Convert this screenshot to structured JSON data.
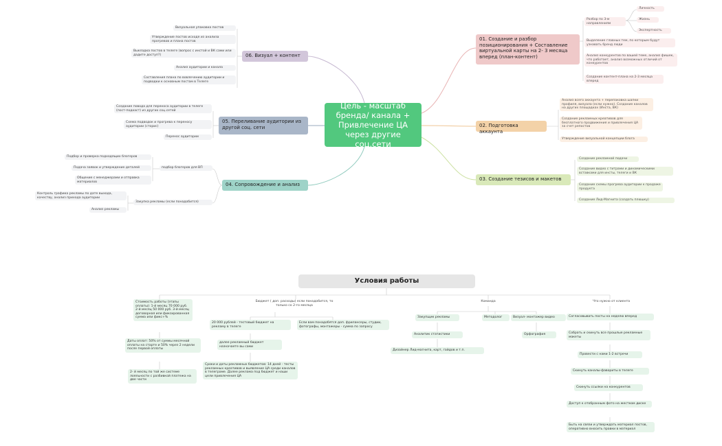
{
  "center": "Цель - масштаб бренда/ канала + Привлечение ЦА через другие соц.сети",
  "b1": {
    "label": "01. Создание и разбор позиционирования + Составление виртуальной карты на 2- 3 месяца вперед (план-контент)",
    "sub": "Разбор по 3-м направлениям",
    "subs": [
      "Личность",
      "Жизнь",
      "Экспертность"
    ],
    "items": [
      "Выделение главных тем, по которым будут узнавать бренд люди",
      "Анализ конкурентов по вашей теме, анализ фишек, что работает, анализ возможных отличий от конкурентов",
      "Создание контент-плана на 2-3 месяца вперед"
    ]
  },
  "b2": {
    "label": "02. Подготовка аккаунта",
    "items": [
      "Анализ всего аккаунта + перепаковка шапки профиля, визуала (если нужно). Создание каналов на других площадках (Инста, ВК)",
      "Создание рекламных креативов для бесплатного продвижения и привлечения ЦА за счет репостов",
      "Утверждение визуальной концепции блога"
    ]
  },
  "b3": {
    "label": "03. Создание тезисов и макетов",
    "items": [
      "Создание рекламной подачи",
      "Создание видео с титрами и динамическими вставками для инсты, телеги и ВК",
      "Создание схемы прогрева аудитории к продаже продукта",
      "Создание Лид-Магнита (создать плюшку)"
    ]
  },
  "b4": {
    "label": "04. Сопровождение и анализ",
    "sub1": "подбор блогеров для ВП",
    "sub1_items": [
      "Подбор и проверка подходящих блогеров",
      "Подача заявок и утверждение деталей",
      "Общение с менеджерами и отправка материалов"
    ],
    "sub2": "Закупка рекламы (если понадобится)",
    "sub2_items": [
      "Контроль графика рекламы по дате выхода, качеству, анализ прихода аудитории",
      "Анализ рекламы"
    ]
  },
  "b5": {
    "label": "05. Переливание аудитории из другой соц. сети",
    "items": [
      "Создание повода для переноса аудитории в телеге (пост-подкаст) из других соц.сетей",
      "Схема подводок и прогрева к переносу аудитории (сторис)",
      "Перенос аудитории"
    ]
  },
  "b6": {
    "label": "06. Визуал + контент",
    "items": [
      "Визуальная упаковка постов",
      "Утверждение постов исходя из анализа прогревов и плана постов",
      "Выкладка постов в телеге (вопрос с инстой и ВК сами или дадите доступ?)",
      "Анализ аудитории и канала",
      "Составления плана по вовлечению аудитории и подводки к основным постам в Телеге"
    ]
  },
  "conditions": {
    "title": "Условия работы",
    "col1": [
      "Стоимость работы (этапы оплаты): 1-й месяц 70 000 руб. 2-й месяц 50 000 руб. 3-й месяц договорная или фиксированная сумма или фикс+%",
      "Даты оплат: 50% от суммы месячной оплаты на старте и 50% через 2 недели после первой оплаты",
      "2- й месяц по той же системе лояльности с разбивкой платежа на две части"
    ],
    "col2_title": "Бюджет ( доп. расходы) если понадобится, то только со 2-го месяца",
    "col2_a": [
      "20 000 рублей - тестовый бюджет на рекламу в телеге",
      "далее рекламный бюджет назначаете вы сами",
      "Сроки и даты рекламных бюджетов: 14 дней - тесты рекламных креативов и выявление ЦА среди каналов в телеграме. Далее реклама под бюджет и наши цели привлечения ЦА"
    ],
    "col2_b": "Если вам понадобятся доп. фрилансеры, студии, фотографы, монтажеры - сумма по запросу",
    "col3_title": "Команда",
    "col3": [
      "Закупщик рекламы",
      "Методолог",
      "Визуал- монтажер видео",
      "Аналитик статистики",
      "Орфография",
      "Дизайнер Лид-магнита, карт, гайдов и т.п."
    ],
    "col4_title": "Что нужно от клиента",
    "col4": [
      "Согласовывать посты на неделю вперед",
      "Собрать и скинуть все прошлые рекламные макеты",
      "Провести с нами 1-2 встречи",
      "Скинуть каналы-фавориты в телеге",
      "Скинуть ссылки на конкурентов",
      "Доступ к отобранным фото на жестком диске",
      "Быть на связи и утверждать материал постов, оперативно вносить правки в материал"
    ]
  },
  "colors": {
    "center": "#52c87e",
    "b1": "#efc9c9",
    "b2": "#f3d2a8",
    "b3": "#d9e9b9",
    "b4": "#9ed3c8",
    "b5": "#a9b6c8",
    "b6": "#d2c6da"
  }
}
